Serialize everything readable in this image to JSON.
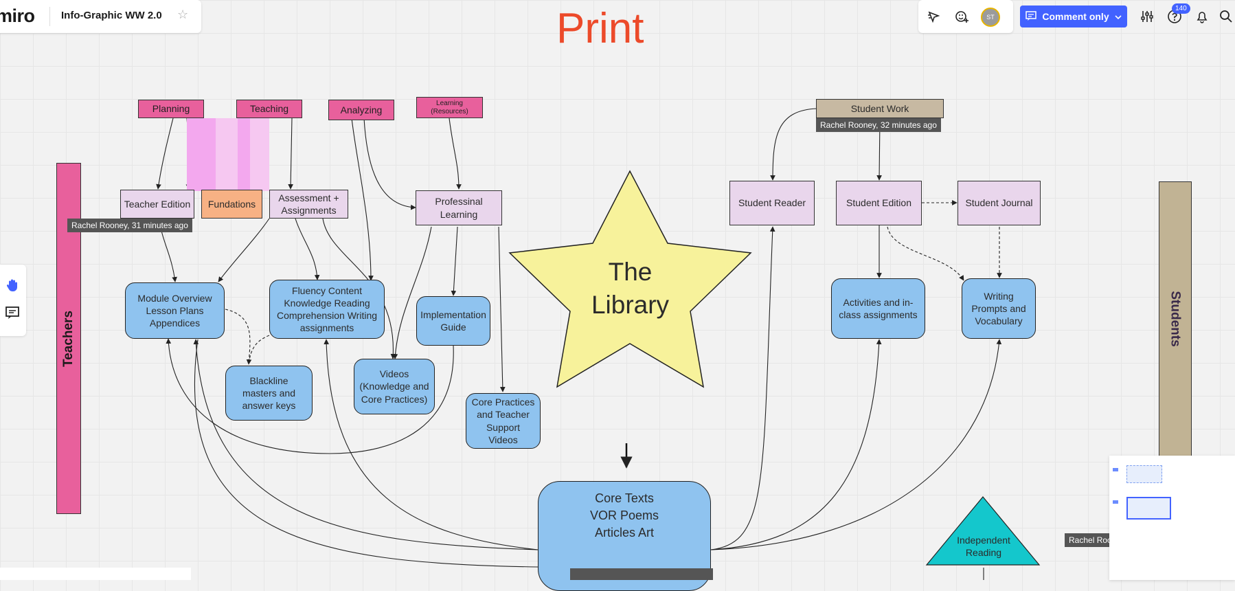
{
  "app": {
    "logo": "miro",
    "board_title": "Info-Graphic WW 2.0",
    "comment_button": "Comment only",
    "avatar_initials": "ST",
    "help_badge": "140",
    "accent": "#4262ff"
  },
  "canvas": {
    "heading": "Print",
    "star_label_line1": "The",
    "star_label_line2": "Library",
    "teachers_label": "Teachers",
    "students_label": "Students",
    "tooltips": {
      "t1": "Rachel Rooney, 31 minutes ago",
      "t2": "Rachel Rooney, 32 minutes ago",
      "t3": "Rachel Roo"
    },
    "nodes": {
      "planning": "Planning",
      "teaching": "Teaching",
      "analyzing": "Analyzing",
      "learning_resources": "Learning (Resources)",
      "teacher_edition": "Teacher Edition",
      "fundations": "Fundations",
      "assessment": "Assessment + Assignments",
      "prof_learning": "Professinal Learning",
      "module_overview": "Module Overview Lesson Plans Appendices",
      "fluency": "Fluency Content Knowledge Reading Comprehension Writing assignments",
      "implementation": "Implementation Guide",
      "blackline": "Blackline masters and answer keys",
      "videos": "Videos (Knowledge and Core Practices)",
      "core_practices": "Core Practices and Teacher Support Videos",
      "student_work": "Student Work",
      "student_reader": "Student Reader",
      "student_edition": "Student Edition",
      "student_journal": "Student Journal",
      "activities": "Activities and in-class assignments",
      "writing_prompts": "Writing Prompts and Vocabulary",
      "core_texts": "Core Texts VOR Poems Articles Art",
      "independent_reading": "Independent Reading"
    }
  },
  "colors": {
    "pink": "#e8609c",
    "lavender": "#e9d6ec",
    "orange": "#f7b184",
    "tan": "#c7b9a2",
    "blue": "#8fc3ef",
    "star": "#f7f29b",
    "cyan": "#14c7cc",
    "print_red": "#ec4a2a"
  }
}
